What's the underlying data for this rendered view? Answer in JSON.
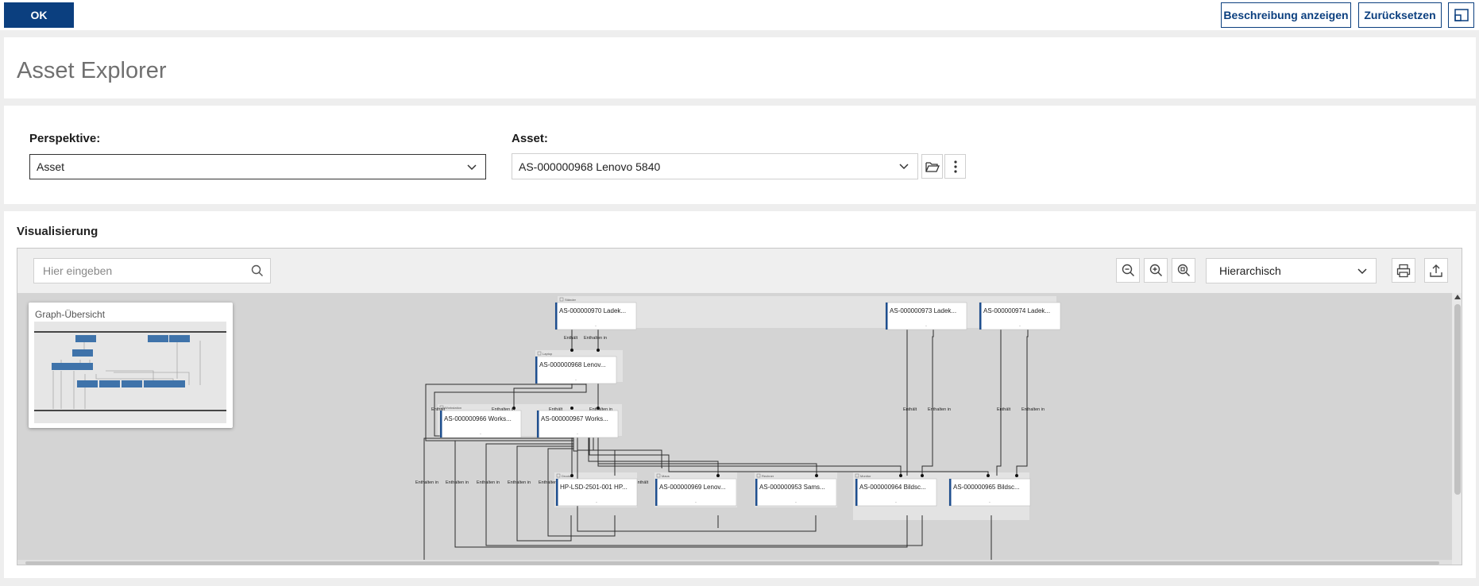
{
  "toolbar": {
    "ok_label": "OK",
    "description_label": "Beschreibung anzeigen",
    "reset_label": "Zurücksetzen",
    "layout_icon": "window-layout-icon"
  },
  "header": {
    "title": "Asset Explorer"
  },
  "filters": {
    "perspective_label": "Perspektive:",
    "perspective_value": "Asset",
    "asset_label": "Asset:",
    "asset_value": "AS-000000968 Lenovo 5840"
  },
  "visualization": {
    "title": "Visualisierung",
    "search_placeholder": "Hier eingeben",
    "layout_value": "Hierarchisch",
    "overview_title": "Graph-Übersicht",
    "icons": [
      "zoom-out-icon",
      "zoom-in-icon",
      "zoom-fit-icon",
      "print-icon",
      "export-icon"
    ]
  },
  "graph": {
    "groups": [
      "Ständer",
      "Laptop",
      "Workstation",
      "Drucker",
      "Maus",
      "Rechner",
      "Monitor"
    ],
    "nodes": [
      "AS-000000970 Ladek...",
      "AS-000000973 Ladek...",
      "AS-000000974 Ladek...",
      "AS-000000968 Lenov...",
      "AS-000000966 Works...",
      "AS-000000967 Works...",
      "HP-LSD-2501-001 HP...",
      "AS-000000969 Lenov...",
      "AS-000000953 Sams...",
      "AS-000000964 Bildsc...",
      "AS-000000965 Bildsc..."
    ],
    "edge_labels": [
      "Enthält",
      "Enthalten in"
    ]
  },
  "colors": {
    "accent": "#0b3f7f",
    "node_bar": "#1f4f8f",
    "overview_node": "#3f73aa"
  }
}
